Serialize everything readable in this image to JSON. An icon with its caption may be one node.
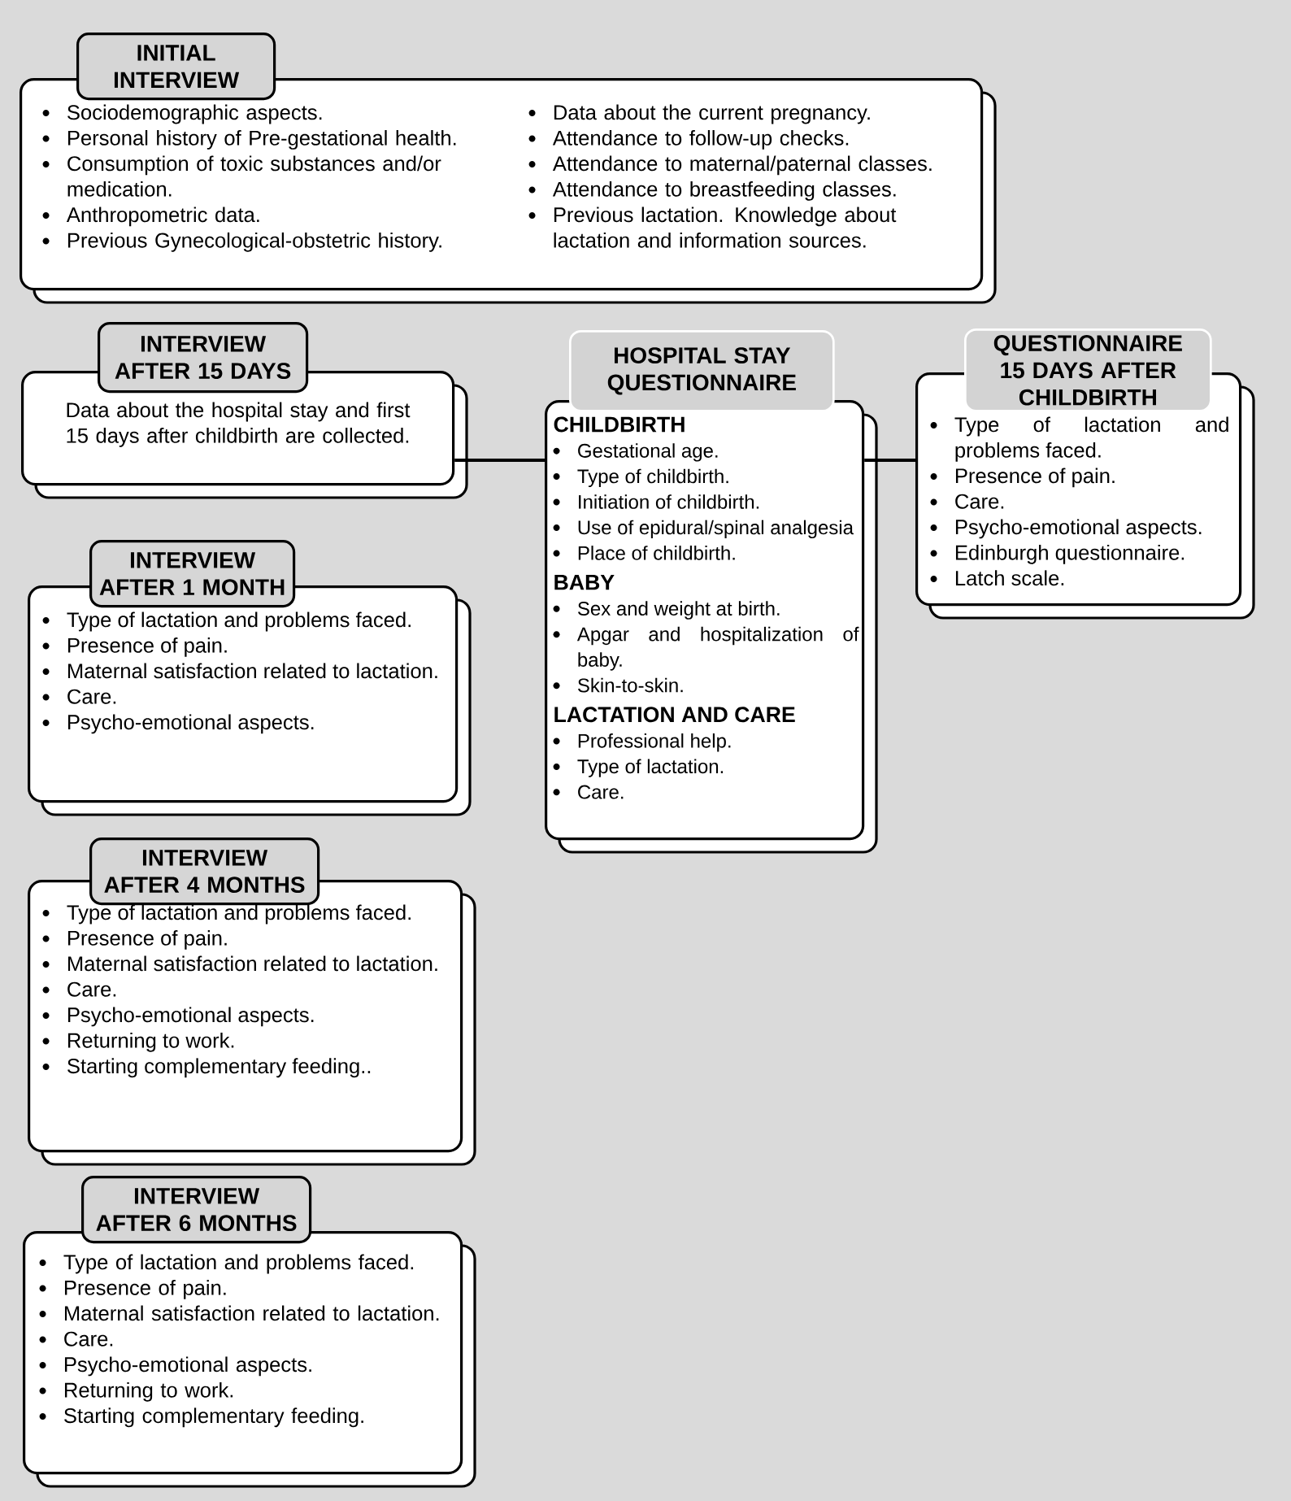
{
  "diagram": {
    "nodes": [
      {
        "text": [
          "INITIAL INTERVIEW",
          "Sociodemographic aspects.",
          "Personal history of Pre-gestational health.",
          "Consumption of toxic substances and/or medication.",
          "Anthropometric data.",
          "Previous Gynecological-obstetric history.",
          "Data about the current pregnancy.",
          "Attendance to follow-up checks.",
          "Attendance to maternal/paternal classes.",
          "Attendance to breastfeeding classes.",
          "Previous lactation. Knowledge about lactation and information sources."
        ]
      },
      {
        "text": [
          "INTERVIEW AFTER 15 DAYS",
          "Data about the hospital stay and first 15 days after childbirth are collected."
        ]
      },
      {
        "text": [
          "HOSPITAL STAY QUESTIONNAIRE",
          "CHILDBIRTH",
          "Gestational age.",
          "Type of childbirth.",
          "Initiation of childbirth.",
          "Use of epidural/spinal analgesia",
          "Place of childbirth.",
          "BABY",
          "Sex and weight at birth.",
          "Apgar and hospitalization of baby.",
          "Skin-to-skin.",
          "LACTATION AND CARE",
          "Professional help.",
          "Type of lactation.",
          "Care."
        ]
      },
      {
        "text": [
          "QUESTIONNAIRE 15 DAYS AFTER CHILDBIRTH",
          "Type of lactation and problems faced.",
          "Presence of pain.",
          "Care.",
          "Psycho-emotional aspects.",
          "Edinburgh questionnaire.",
          "Latch scale."
        ]
      },
      {
        "text": [
          "INTERVIEW AFTER 1 MONTH",
          "Type of lactation and problems faced.",
          "Presence of pain.",
          "Maternal satisfaction related to lactation.",
          "Care.",
          "Psycho-emotional aspects."
        ]
      },
      {
        "text": [
          "INTERVIEW AFTER 4 MONTHS",
          "Type of lactation and problems faced.",
          "Presence of pain.",
          "Maternal satisfaction related to lactation.",
          "Care.",
          "Psycho-emotional aspects.",
          "Returning to work.",
          "Starting complementary feeding.."
        ]
      },
      {
        "text": [
          "INTERVIEW AFTER 6 MONTHS",
          "Type of lactation and problems faced.",
          "Presence of pain.",
          "Maternal satisfaction related to lactation.",
          "Care.",
          "Psycho-emotional aspects.",
          "Returning to work.",
          "Starting complementary feeding."
        ]
      }
    ],
    "edges": [
      {
        "from": 1,
        "to": 2,
        "arrow": "none"
      },
      {
        "from": 2,
        "to": 3,
        "arrow": "none"
      }
    ]
  }
}
